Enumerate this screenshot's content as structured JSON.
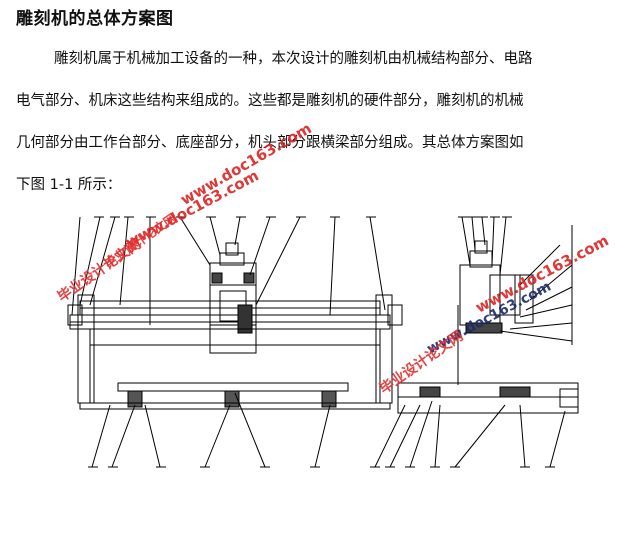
{
  "document": {
    "heading": "雕刻机的总体方案图",
    "paragraph_lines": [
      "雕刻机属于机械加工设备的一种，本次设计的雕刻机由机械结构部分、电路",
      "电气部分、机床这些结构来组成的。这些都是雕刻机的硬件部分，雕刻机的机械",
      "几何部分由工作台部分、底座部分，机头部分跟横梁部分组成。其总体方案图如",
      "下图 1-1 所示："
    ]
  },
  "watermarks": {
    "url_1": "www.doc163.com",
    "cn_1": "毕业设计论文网",
    "url_2": "www.doc163.com",
    "cn_2": "毕业设计论文网",
    "url_3": "www.doc163.com",
    "cn_3": "毕业设计论文网",
    "url_4": "www.doc163.com"
  },
  "colors": {
    "text": "#111111",
    "watermark_red": "#d22222",
    "watermark_navy": "#1b2a6a",
    "drawing_line": "#000000"
  }
}
